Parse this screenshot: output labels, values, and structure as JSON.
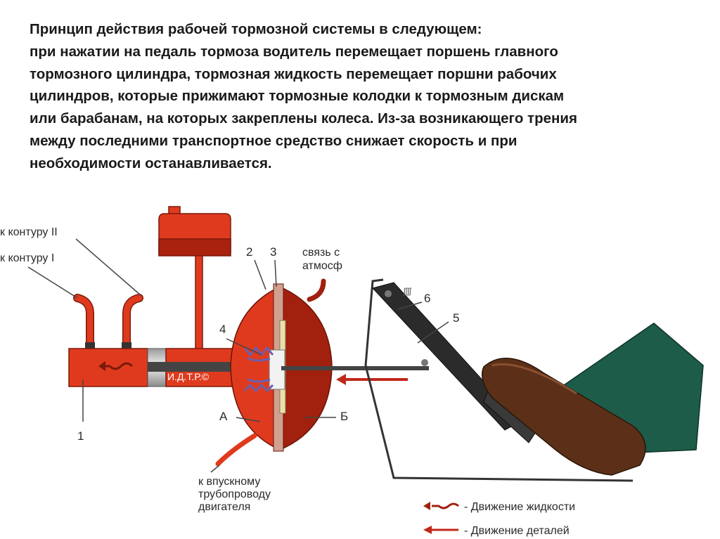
{
  "description": {
    "lines": [
      "Принцип действия рабочей тормозной системы в следующем:",
      "при нажатии на педаль тормоза водитель перемещает поршень главного",
      "тормозного цилиндра, тормозная жидкость перемещает поршни рабочих",
      "цилиндров, которые прижимают тормозные колодки к тормозным дискам",
      "или барабанам, на которых закреплены колеса. Из-за возникающего трения",
      "между последними транспортное средство снижает скорость и при",
      "необходимости останавливается."
    ]
  },
  "diagram": {
    "labels": {
      "circuit2": "к контуру II",
      "circuit1": "к контуру I",
      "num1": "1",
      "num2": "2",
      "num3": "3",
      "num4": "4",
      "num5": "5",
      "num6": "6",
      "atm_line1": "связь с",
      "atm_line2": "атмосф",
      "chamber_a": "А",
      "chamber_b": "Б",
      "intake_line1": "к впускному",
      "intake_line2": "трубопроводу",
      "intake_line3": "двигателя",
      "watermark": "И.Д.Т.Р.©"
    },
    "legend": {
      "fluid": "- Движение жидкости",
      "parts": "- Движение деталей"
    },
    "colors": {
      "red": "#e03a1e",
      "dark_red": "#a2200e",
      "pedal": "#2b2b2b",
      "shoe": "#5c3018",
      "trouser": "#1e5c4a",
      "spring": "#6a5fb0"
    }
  }
}
